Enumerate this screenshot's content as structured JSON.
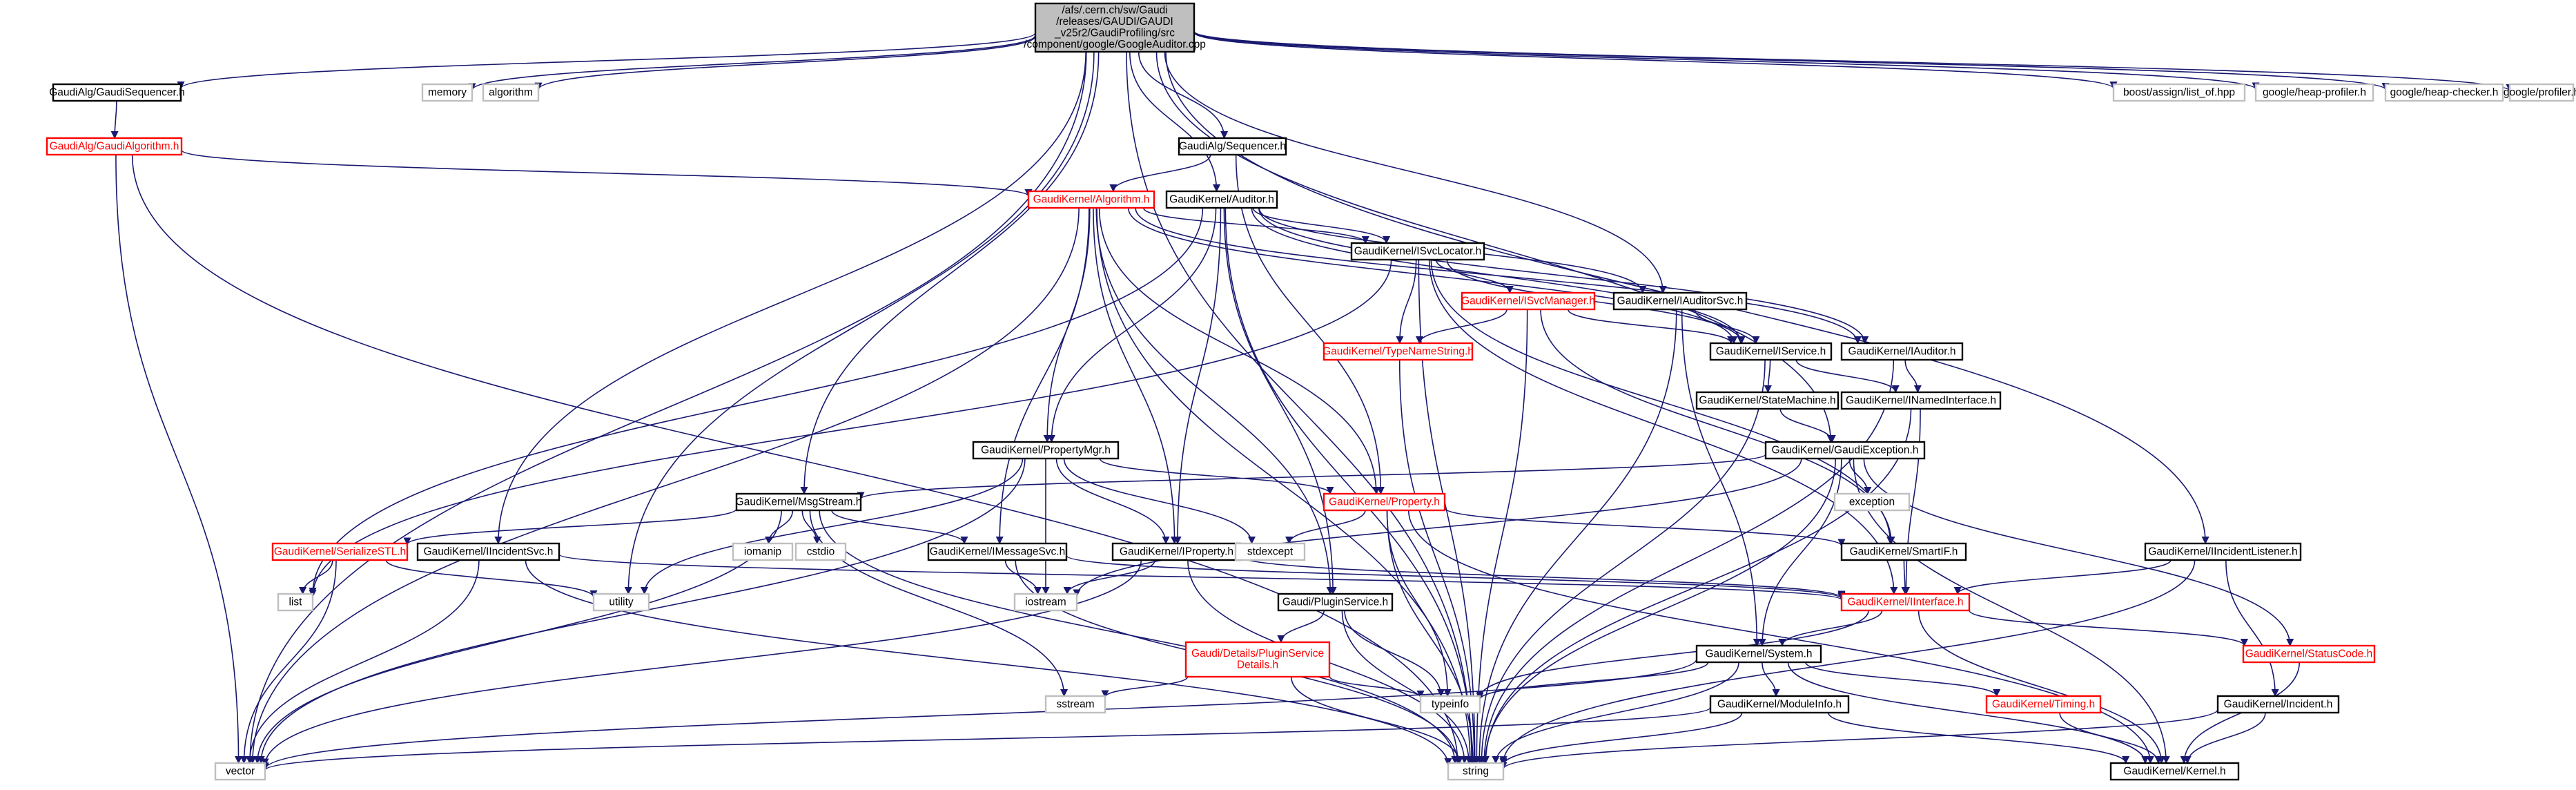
{
  "diagram": {
    "nodes": [
      {
        "id": "root",
        "lines": [
          "/afs/.cern.ch/sw/Gaudi",
          "/releases/GAUDI/GAUDI",
          "_v25r2/GaudiProfiling/src",
          "/component/google/GoogleAuditor.cpp"
        ],
        "style": "gray"
      },
      {
        "id": "gaudi_sequencer",
        "lines": [
          "GaudiAlg/GaudiSequencer.h"
        ],
        "style": "white"
      },
      {
        "id": "memory",
        "lines": [
          "memory"
        ],
        "style": "lightgray"
      },
      {
        "id": "algorithm",
        "lines": [
          "algorithm"
        ],
        "style": "lightgray"
      },
      {
        "id": "sequencer",
        "lines": [
          "GaudiAlg/Sequencer.h"
        ],
        "style": "white"
      },
      {
        "id": "boost_list_of",
        "lines": [
          "boost/assign/list_of.hpp"
        ],
        "style": "lightgray"
      },
      {
        "id": "heap_profiler",
        "lines": [
          "google/heap-profiler.h"
        ],
        "style": "lightgray"
      },
      {
        "id": "heap_checker",
        "lines": [
          "google/heap-checker.h"
        ],
        "style": "lightgray"
      },
      {
        "id": "profiler",
        "lines": [
          "google/profiler.h"
        ],
        "style": "lightgray"
      },
      {
        "id": "gaudi_algorithm",
        "lines": [
          "GaudiAlg/GaudiAlgorithm.h"
        ],
        "style": "red"
      },
      {
        "id": "algorithm_h",
        "lines": [
          "GaudiKernel/Algorithm.h"
        ],
        "style": "red"
      },
      {
        "id": "auditor_h",
        "lines": [
          "GaudiKernel/Auditor.h"
        ],
        "style": "white"
      },
      {
        "id": "isvclocator",
        "lines": [
          "GaudiKernel/ISvcLocator.h"
        ],
        "style": "white"
      },
      {
        "id": "isvcmanager",
        "lines": [
          "GaudiKernel/ISvcManager.h"
        ],
        "style": "red"
      },
      {
        "id": "iauditorsvc",
        "lines": [
          "GaudiKernel/IAuditorSvc.h"
        ],
        "style": "white"
      },
      {
        "id": "typenamestring",
        "lines": [
          "GaudiKernel/TypeNameString.h"
        ],
        "style": "red"
      },
      {
        "id": "iservice",
        "lines": [
          "GaudiKernel/IService.h"
        ],
        "style": "white"
      },
      {
        "id": "iauditor",
        "lines": [
          "GaudiKernel/IAuditor.h"
        ],
        "style": "white"
      },
      {
        "id": "statemachine",
        "lines": [
          "GaudiKernel/StateMachine.h"
        ],
        "style": "white"
      },
      {
        "id": "inamedinterface",
        "lines": [
          "GaudiKernel/INamedInterface.h"
        ],
        "style": "white"
      },
      {
        "id": "gaudiexception",
        "lines": [
          "GaudiKernel/GaudiException.h"
        ],
        "style": "white"
      },
      {
        "id": "propertymgr",
        "lines": [
          "GaudiKernel/PropertyMgr.h"
        ],
        "style": "white"
      },
      {
        "id": "property",
        "lines": [
          "GaudiKernel/Property.h"
        ],
        "style": "red"
      },
      {
        "id": "exception",
        "lines": [
          "exception"
        ],
        "style": "lightgray"
      },
      {
        "id": "msgstream",
        "lines": [
          "GaudiKernel/MsgStream.h"
        ],
        "style": "white"
      },
      {
        "id": "serializestl",
        "lines": [
          "GaudiKernel/SerializeSTL.h"
        ],
        "style": "red"
      },
      {
        "id": "iincidentsvc",
        "lines": [
          "GaudiKernel/IIncidentSvc.h"
        ],
        "style": "white"
      },
      {
        "id": "iomanip",
        "lines": [
          "iomanip"
        ],
        "style": "lightgray"
      },
      {
        "id": "cstdio",
        "lines": [
          "cstdio"
        ],
        "style": "lightgray"
      },
      {
        "id": "imessagesvc",
        "lines": [
          "GaudiKernel/IMessageSvc.h"
        ],
        "style": "white"
      },
      {
        "id": "iproperty",
        "lines": [
          "GaudiKernel/IProperty.h"
        ],
        "style": "white"
      },
      {
        "id": "stdexcept",
        "lines": [
          "stdexcept"
        ],
        "style": "lightgray"
      },
      {
        "id": "smartif",
        "lines": [
          "GaudiKernel/SmartIF.h"
        ],
        "style": "white"
      },
      {
        "id": "iincidentlistener",
        "lines": [
          "GaudiKernel/IIncidentListener.h"
        ],
        "style": "white"
      },
      {
        "id": "list",
        "lines": [
          "list"
        ],
        "style": "lightgray"
      },
      {
        "id": "utility",
        "lines": [
          "utility"
        ],
        "style": "lightgray"
      },
      {
        "id": "iostream",
        "lines": [
          "iostream"
        ],
        "style": "lightgray"
      },
      {
        "id": "iinterface",
        "lines": [
          "GaudiKernel/IInterface.h"
        ],
        "style": "red"
      },
      {
        "id": "pluginservice",
        "lines": [
          "Gaudi/PluginService.h"
        ],
        "style": "white"
      },
      {
        "id": "pluginservicedetails",
        "lines": [
          "Gaudi/Details/PluginService",
          "Details.h"
        ],
        "style": "red"
      },
      {
        "id": "system",
        "lines": [
          "GaudiKernel/System.h"
        ],
        "style": "white"
      },
      {
        "id": "statuscode",
        "lines": [
          "GaudiKernel/StatusCode.h"
        ],
        "style": "red"
      },
      {
        "id": "sstream",
        "lines": [
          "sstream"
        ],
        "style": "lightgray"
      },
      {
        "id": "typeinfo",
        "lines": [
          "typeinfo"
        ],
        "style": "lightgray"
      },
      {
        "id": "moduleinfo",
        "lines": [
          "GaudiKernel/ModuleInfo.h"
        ],
        "style": "white"
      },
      {
        "id": "timing",
        "lines": [
          "GaudiKernel/Timing.h"
        ],
        "style": "red"
      },
      {
        "id": "incident",
        "lines": [
          "GaudiKernel/Incident.h"
        ],
        "style": "white"
      },
      {
        "id": "vector",
        "lines": [
          "vector"
        ],
        "style": "lightgray"
      },
      {
        "id": "string",
        "lines": [
          "string"
        ],
        "style": "lightgray"
      },
      {
        "id": "kernel",
        "lines": [
          "GaudiKernel/Kernel.h"
        ],
        "style": "white"
      }
    ],
    "edges": [
      [
        "root",
        "gaudi_sequencer"
      ],
      [
        "root",
        "memory"
      ],
      [
        "root",
        "algorithm"
      ],
      [
        "root",
        "sequencer"
      ],
      [
        "root",
        "boost_list_of"
      ],
      [
        "root",
        "heap_profiler"
      ],
      [
        "root",
        "heap_checker"
      ],
      [
        "root",
        "profiler"
      ],
      [
        "root",
        "vector"
      ],
      [
        "root",
        "string"
      ],
      [
        "root",
        "utility"
      ],
      [
        "root",
        "msgstream"
      ],
      [
        "root",
        "iincidentsvc"
      ],
      [
        "root",
        "auditor_h"
      ],
      [
        "root",
        "iauditorsvc"
      ],
      [
        "root",
        "gaudiexception"
      ],
      [
        "root",
        "iincidentlistener"
      ],
      [
        "gaudi_sequencer",
        "gaudi_algorithm"
      ],
      [
        "gaudi_algorithm",
        "algorithm_h"
      ],
      [
        "gaudi_algorithm",
        "vector"
      ],
      [
        "gaudi_algorithm",
        "string"
      ],
      [
        "sequencer",
        "algorithm_h"
      ],
      [
        "sequencer",
        "property"
      ],
      [
        "algorithm_h",
        "isvclocator"
      ],
      [
        "algorithm_h",
        "iservice"
      ],
      [
        "algorithm_h",
        "propertymgr"
      ],
      [
        "algorithm_h",
        "property"
      ],
      [
        "algorithm_h",
        "iproperty"
      ],
      [
        "algorithm_h",
        "imessagesvc"
      ],
      [
        "algorithm_h",
        "pluginservice"
      ],
      [
        "algorithm_h",
        "iauditor"
      ],
      [
        "algorithm_h",
        "vector"
      ],
      [
        "algorithm_h",
        "string"
      ],
      [
        "auditor_h",
        "isvclocator"
      ],
      [
        "auditor_h",
        "iauditorsvc"
      ],
      [
        "auditor_h",
        "iauditor"
      ],
      [
        "auditor_h",
        "iservice"
      ],
      [
        "auditor_h",
        "propertymgr"
      ],
      [
        "auditor_h",
        "iproperty"
      ],
      [
        "auditor_h",
        "pluginservice"
      ],
      [
        "auditor_h",
        "string"
      ],
      [
        "auditor_h",
        "list"
      ],
      [
        "isvclocator",
        "isvcmanager"
      ],
      [
        "isvclocator",
        "typenamestring"
      ],
      [
        "isvclocator",
        "iservice"
      ],
      [
        "isvclocator",
        "iinterface"
      ],
      [
        "isvclocator",
        "smartif"
      ],
      [
        "isvclocator",
        "string"
      ],
      [
        "isvclocator",
        "list"
      ],
      [
        "isvcmanager",
        "iservice"
      ],
      [
        "isvcmanager",
        "typenamestring"
      ],
      [
        "isvcmanager",
        "smartif"
      ],
      [
        "isvcmanager",
        "string"
      ],
      [
        "typenamestring",
        "string"
      ],
      [
        "iauditorsvc",
        "iservice"
      ],
      [
        "iauditorsvc",
        "system"
      ],
      [
        "iauditorsvc",
        "string"
      ],
      [
        "iservice",
        "statemachine"
      ],
      [
        "iservice",
        "inamedinterface"
      ],
      [
        "iservice",
        "string"
      ],
      [
        "iauditor",
        "inamedinterface"
      ],
      [
        "iauditor",
        "string"
      ],
      [
        "statemachine",
        "gaudiexception"
      ],
      [
        "inamedinterface",
        "iinterface"
      ],
      [
        "inamedinterface",
        "string"
      ],
      [
        "gaudiexception",
        "exception"
      ],
      [
        "gaudiexception",
        "msgstream"
      ],
      [
        "gaudiexception",
        "system"
      ],
      [
        "gaudiexception",
        "statuscode"
      ],
      [
        "gaudiexception",
        "string"
      ],
      [
        "gaudiexception",
        "iostream"
      ],
      [
        "gaudiexception",
        "kernel"
      ],
      [
        "propertymgr",
        "property"
      ],
      [
        "propertymgr",
        "iproperty"
      ],
      [
        "propertymgr",
        "stdexcept"
      ],
      [
        "propertymgr",
        "iostream"
      ],
      [
        "propertymgr",
        "vector"
      ],
      [
        "propertymgr",
        "utility"
      ],
      [
        "property",
        "smartif"
      ],
      [
        "property",
        "stdexcept"
      ],
      [
        "property",
        "typeinfo"
      ],
      [
        "property",
        "string"
      ],
      [
        "property",
        "kernel"
      ],
      [
        "msgstream",
        "serializestl"
      ],
      [
        "msgstream",
        "imessagesvc"
      ],
      [
        "msgstream",
        "iomanip"
      ],
      [
        "msgstream",
        "cstdio"
      ],
      [
        "msgstream",
        "sstream"
      ],
      [
        "msgstream",
        "vector"
      ],
      [
        "msgstream",
        "string"
      ],
      [
        "serializestl",
        "list"
      ],
      [
        "serializestl",
        "utility"
      ],
      [
        "serializestl",
        "vector"
      ],
      [
        "iincidentsvc",
        "iinterface"
      ],
      [
        "iincidentsvc",
        "string"
      ],
      [
        "iincidentsvc",
        "vector"
      ],
      [
        "imessagesvc",
        "iinterface"
      ],
      [
        "imessagesvc",
        "iostream"
      ],
      [
        "imessagesvc",
        "string"
      ],
      [
        "iproperty",
        "iinterface"
      ],
      [
        "iproperty",
        "iostream"
      ],
      [
        "iproperty",
        "string"
      ],
      [
        "iproperty",
        "vector"
      ],
      [
        "smartif",
        "iinterface"
      ],
      [
        "iincidentlistener",
        "iinterface"
      ],
      [
        "iincidentlistener",
        "incident"
      ],
      [
        "iincidentlistener",
        "string"
      ],
      [
        "iinterface",
        "system"
      ],
      [
        "iinterface",
        "statuscode"
      ],
      [
        "iinterface",
        "kernel"
      ],
      [
        "iinterface",
        "typeinfo"
      ],
      [
        "pluginservice",
        "pluginservicedetails"
      ],
      [
        "pluginservice",
        "typeinfo"
      ],
      [
        "pluginservice",
        "string"
      ],
      [
        "pluginservicedetails",
        "sstream"
      ],
      [
        "pluginservicedetails",
        "typeinfo"
      ],
      [
        "pluginservicedetails",
        "string"
      ],
      [
        "system",
        "moduleinfo"
      ],
      [
        "system",
        "timing"
      ],
      [
        "system",
        "kernel"
      ],
      [
        "system",
        "typeinfo"
      ],
      [
        "system",
        "string"
      ],
      [
        "system",
        "vector"
      ],
      [
        "statuscode",
        "kernel"
      ],
      [
        "moduleinfo",
        "kernel"
      ],
      [
        "moduleinfo",
        "string"
      ],
      [
        "moduleinfo",
        "vector"
      ],
      [
        "timing",
        "kernel"
      ],
      [
        "incident",
        "kernel"
      ],
      [
        "incident",
        "string"
      ]
    ]
  }
}
